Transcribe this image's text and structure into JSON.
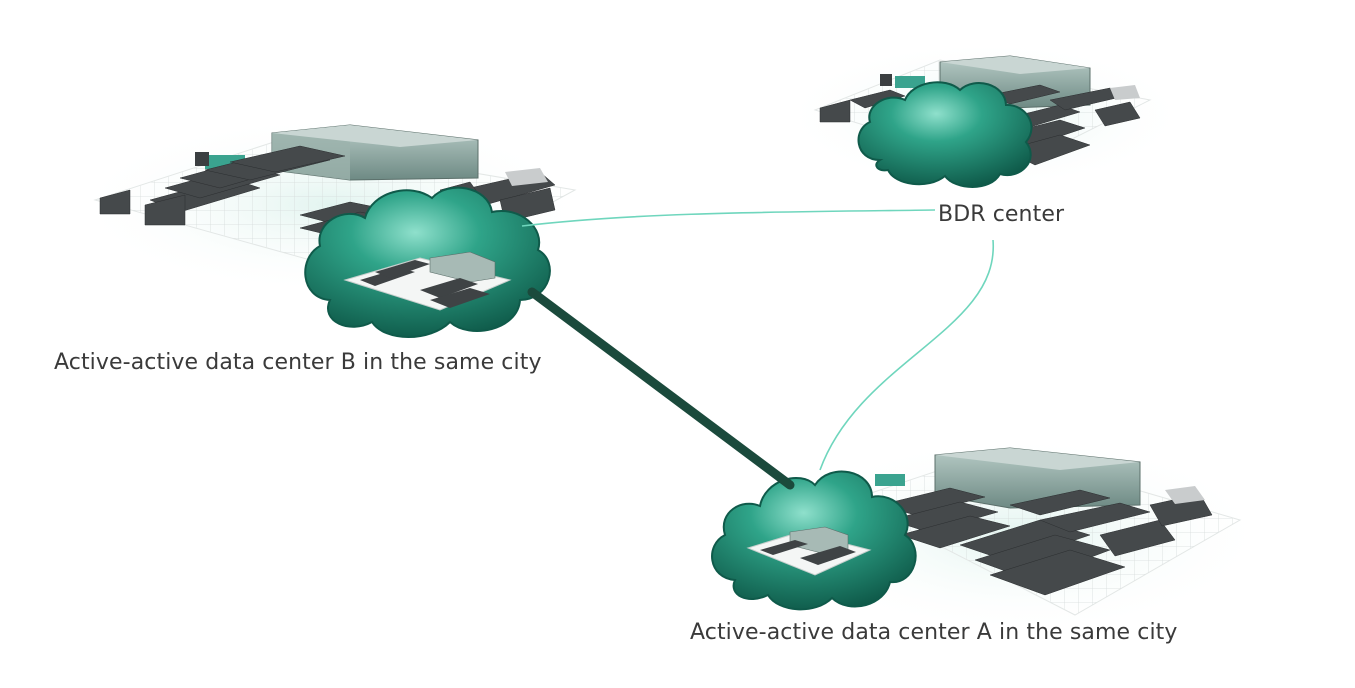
{
  "nodes": {
    "dc_b": {
      "label": "Active-active data center B in the same city"
    },
    "dc_a": {
      "label": "Active-active data center A in the same city"
    },
    "bdr": {
      "label": "BDR center"
    }
  },
  "colors": {
    "cloud": "#1f8a74",
    "cloud_highlight": "#7fd3bf",
    "cloud_dark": "#0f5a4a",
    "thick_link": "#1b4a3c",
    "thin_link": "#6fd6bd",
    "text": "#3a3a3a",
    "building_glass": "#8fa9a3",
    "rack": "#4a4e50"
  },
  "links": [
    {
      "from": "dc_b",
      "to": "dc_a",
      "style": "thick"
    },
    {
      "from": "dc_b",
      "to": "bdr",
      "style": "thin"
    },
    {
      "from": "bdr",
      "to": "dc_a",
      "style": "thin"
    }
  ],
  "icons": [
    "cloud-icon",
    "data-center-icon"
  ]
}
